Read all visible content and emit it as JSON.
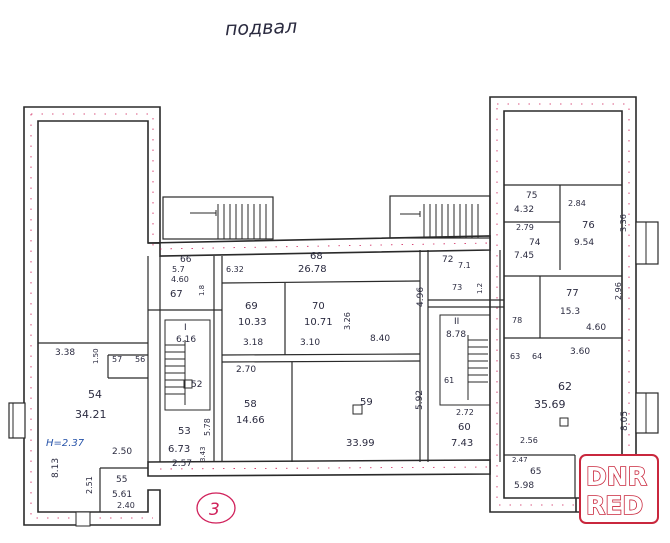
{
  "title": "подвал",
  "sheet_number": "3",
  "watermark": {
    "line1": "DNR",
    "line2": "RED",
    "color": "#c9273d"
  },
  "height_note": "H=2.37",
  "rooms": [
    {
      "id": "54",
      "area": "34.21"
    },
    {
      "id": "55",
      "area": "5.61"
    },
    {
      "id": "53",
      "area": "6.73"
    },
    {
      "id": "52",
      "area": "2.57"
    },
    {
      "id": "I",
      "area": "6.16"
    },
    {
      "id": "56",
      "area": ""
    },
    {
      "id": "57",
      "area": ""
    },
    {
      "id": "66",
      "area": "5.7"
    },
    {
      "id": "67",
      "area": "1.8"
    },
    {
      "id": "68",
      "area": "26.78"
    },
    {
      "id": "69",
      "area": "10.33"
    },
    {
      "id": "70",
      "area": "10.71"
    },
    {
      "id": "58",
      "area": "14.66"
    },
    {
      "id": "59",
      "area": "33.99"
    },
    {
      "id": "60",
      "area": "7.43"
    },
    {
      "id": "61",
      "area": ""
    },
    {
      "id": "II",
      "area": "8.78"
    },
    {
      "id": "72",
      "area": "7.1"
    },
    {
      "id": "73",
      "area": "1.2"
    },
    {
      "id": "74",
      "area": "7.45"
    },
    {
      "id": "75",
      "area": "4.32"
    },
    {
      "id": "76",
      "area": "9.54"
    },
    {
      "id": "77",
      "area": "15.3"
    },
    {
      "id": "78",
      "area": ""
    },
    {
      "id": "62",
      "area": "35.69"
    },
    {
      "id": "63",
      "area": ""
    },
    {
      "id": "64",
      "area": ""
    },
    {
      "id": "65",
      "area": "5.98"
    }
  ],
  "dimensions": [
    "3.38",
    "1.50",
    "8.13",
    "2.51",
    "2.50",
    "2.40",
    "4.60",
    "3.43",
    "5.78",
    "3.18",
    "3.10",
    "3.26",
    "2.70",
    "8.40",
    "4.96",
    "5.92",
    "2.72",
    "2.56",
    "2.47",
    "2.84",
    "2.79",
    "3.36",
    "2.96",
    "4.60",
    "3.60",
    "8.05",
    "6.32"
  ]
}
